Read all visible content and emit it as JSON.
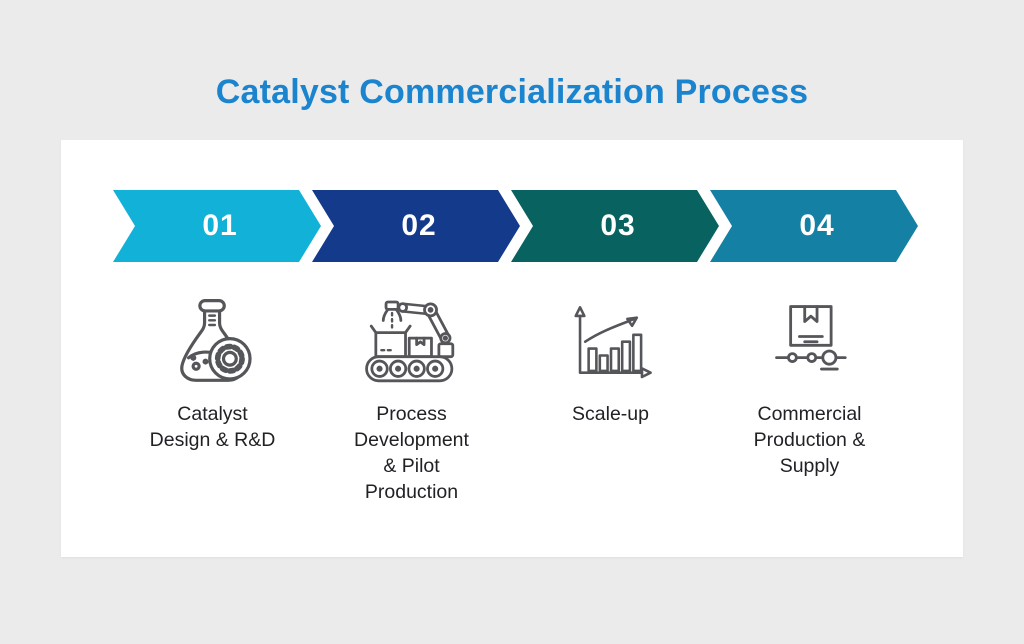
{
  "page": {
    "background": "#ebebeb",
    "card_background": "#ffffff"
  },
  "title": {
    "text": "Catalyst Commercialization Process",
    "color": "#1b84cf"
  },
  "icons": {
    "stroke": "#55565a"
  },
  "steps": [
    {
      "number": "01",
      "color": "#12b2d8",
      "icon": "flask-gear-icon",
      "label": "Catalyst\nDesign & R&D"
    },
    {
      "number": "02",
      "color": "#143a8c",
      "icon": "robotic-arm-conveyor-icon",
      "label": "Process\nDevelopment\n& Pilot\nProduction"
    },
    {
      "number": "03",
      "color": "#086260",
      "icon": "growth-chart-icon",
      "label": "Scale-up"
    },
    {
      "number": "04",
      "color": "#1480a4",
      "icon": "package-supply-icon",
      "label": "Commercial\nProduction &\nSupply"
    }
  ]
}
